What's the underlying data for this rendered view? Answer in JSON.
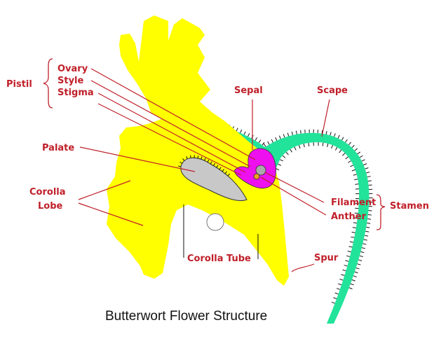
{
  "caption": "Butterwort Flower Structure",
  "labels": {
    "pistil": "Pistil",
    "ovary": "Ovary",
    "style": "Style",
    "stigma": "Stigma",
    "palate": "Palate",
    "corolla_lobe_1": "Corolla",
    "corolla_lobe_2": "Lobe",
    "sepal": "Sepal",
    "scape": "Scape",
    "filament": "Filament",
    "anther": "Anther",
    "stamen": "Stamen",
    "corolla_tube": "Corolla Tube",
    "spur": "Spur"
  },
  "colors": {
    "corolla": "#ffff00",
    "scape": "#22e39a",
    "pistil_parts": "#ee10ee",
    "palate": "#c8c8c8",
    "anther": "#f0a020",
    "label": "#c0202a"
  }
}
